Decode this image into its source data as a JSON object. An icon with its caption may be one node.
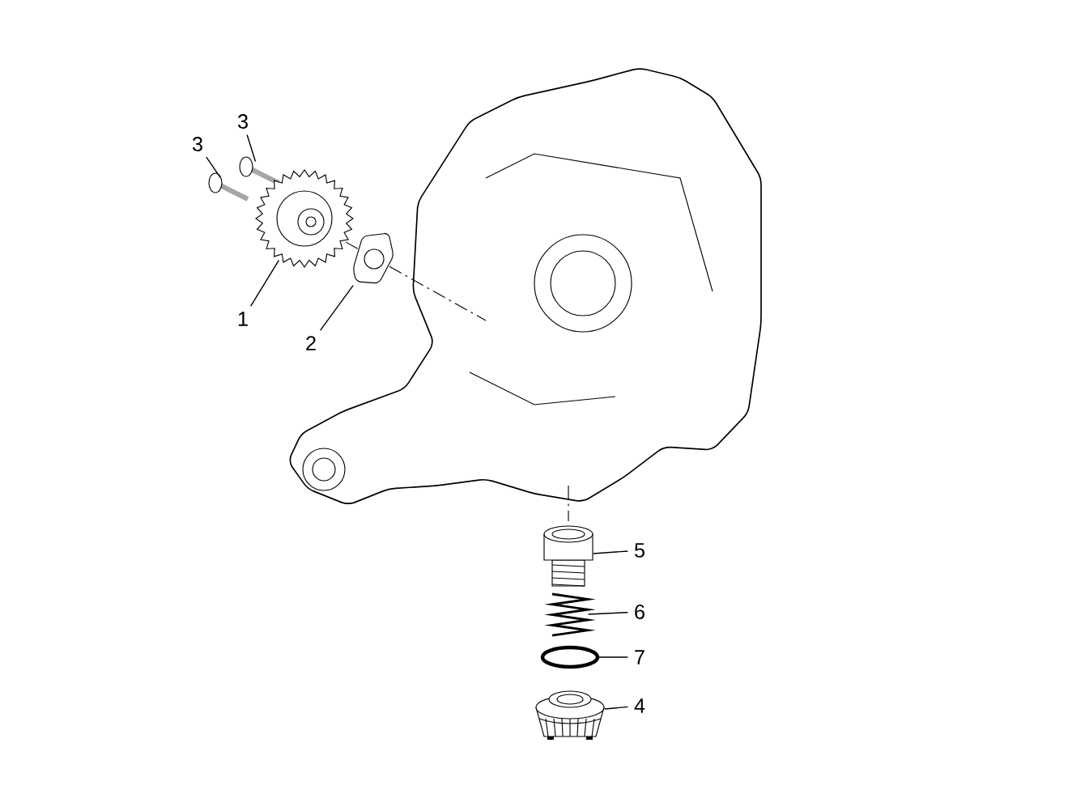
{
  "diagram": {
    "nodes": [
      {
        "text": [
          "3"
        ]
      },
      {
        "text": [
          "3"
        ]
      },
      {
        "text": [
          "1"
        ]
      },
      {
        "text": [
          "2"
        ]
      },
      {
        "text": [
          "5"
        ]
      },
      {
        "text": [
          "6"
        ]
      },
      {
        "text": [
          "7"
        ]
      },
      {
        "text": [
          "4"
        ]
      },
      {
        "text": [],
        "shape": "picture"
      },
      {
        "text": [],
        "shape": "picture"
      },
      {
        "text": [],
        "shape": "picture"
      },
      {
        "text": [],
        "shape": "picture"
      },
      {
        "text": [],
        "shape": "picture"
      },
      {
        "text": [],
        "shape": "picture"
      },
      {
        "text": [],
        "shape": "circle"
      },
      {
        "text": [],
        "shape": "picture"
      }
    ],
    "edges": [
      {
        "from": 0,
        "to": 8,
        "arrow": "none"
      },
      {
        "from": 1,
        "to": 9,
        "arrow": "none"
      },
      {
        "from": 2,
        "to": 10,
        "arrow": "none"
      },
      {
        "from": 3,
        "to": 11,
        "arrow": "none"
      },
      {
        "from": 4,
        "to": 12,
        "arrow": "none"
      },
      {
        "from": 5,
        "to": 13,
        "arrow": "none"
      },
      {
        "from": 6,
        "to": 14,
        "arrow": "none"
      },
      {
        "from": 7,
        "to": 15,
        "arrow": "none"
      }
    ]
  }
}
